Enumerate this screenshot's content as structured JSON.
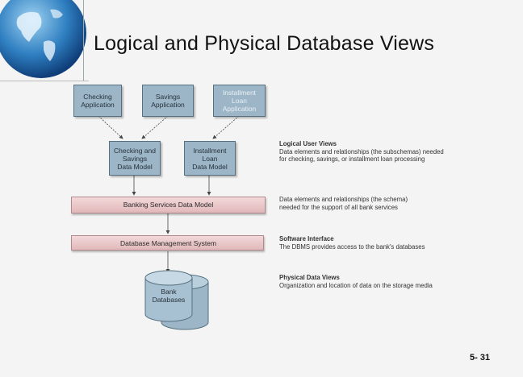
{
  "slide": {
    "title": "Logical and Physical Database Views",
    "page_number": "5- 31"
  },
  "diagram": {
    "applications": [
      {
        "label": "Checking\nApplication"
      },
      {
        "label": "Savings\nApplication"
      },
      {
        "label": "Installment\nLoan\nApplication"
      }
    ],
    "data_models": [
      {
        "label": "Checking and\nSavings\nData Model"
      },
      {
        "label": "Installment\nLoan\nData Model"
      }
    ],
    "banking_model_label": "Banking Services Data Model",
    "dbms_label": "Database Management System",
    "database_label": "Bank\nDatabases"
  },
  "annotations": {
    "logical_user_views": {
      "heading": "Logical User Views",
      "text": "Data elements and relationships (the subschemas) needed\nfor checking, savings, or installment loan processing"
    },
    "schema": {
      "text": "Data elements and relationships (the schema)\nneeded for the support of all bank services"
    },
    "software_interface": {
      "heading": "Software Interface",
      "text": "The DBMS provides access to the bank's databases"
    },
    "physical_data_views": {
      "heading": "Physical Data Views",
      "text": "Organization and location of data on the storage media"
    }
  }
}
